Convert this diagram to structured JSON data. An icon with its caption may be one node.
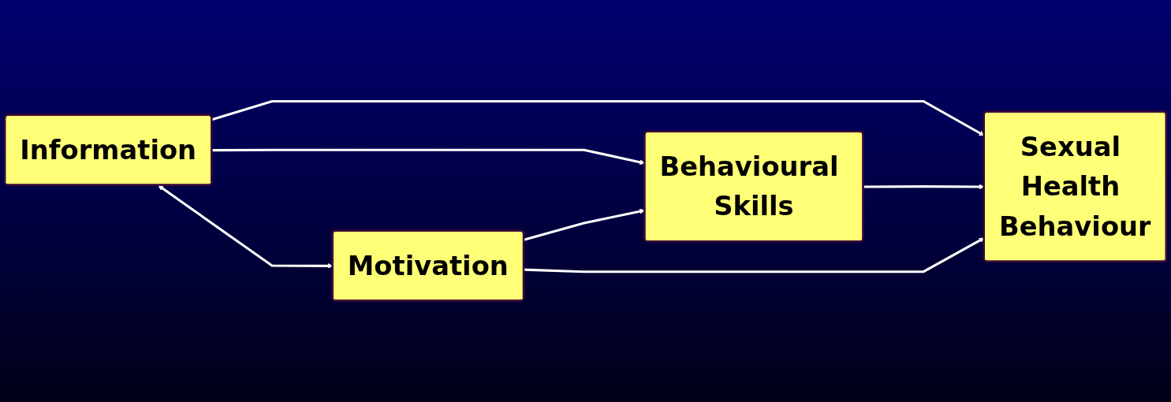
{
  "diagram": {
    "nodes": [
      {
        "text": [
          "Information"
        ]
      },
      {
        "text": [
          "Motivation"
        ]
      },
      {
        "text": [
          "Behavioural Skills"
        ]
      },
      {
        "text": [
          "Sexual Health Behaviour"
        ]
      }
    ],
    "edges": [
      {
        "from": 0,
        "to": 3,
        "arrow": "to"
      },
      {
        "from": 0,
        "to": 2,
        "arrow": "to"
      },
      {
        "from": 0,
        "to": 1,
        "arrow": "both"
      },
      {
        "from": 2,
        "to": 3,
        "arrow": "to"
      },
      {
        "from": 1,
        "to": 2,
        "arrow": "to"
      },
      {
        "from": 1,
        "to": 3,
        "arrow": "to"
      }
    ]
  }
}
